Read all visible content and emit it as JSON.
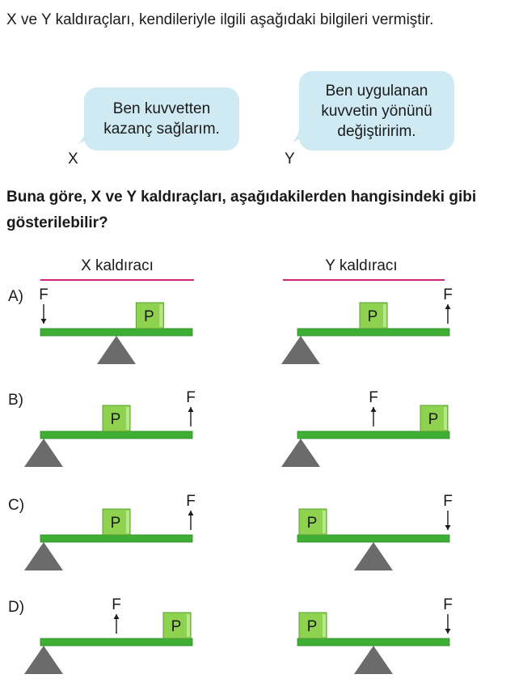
{
  "intro_text": "X ve Y kaldıraçları, kendileriyle ilgili aşağıdaki bilgileri vermiştir.",
  "bubbles": {
    "x_text": "Ben kuvvetten\nkazanç sağlarım.",
    "y_text": "Ben uygulanan\nkuvvetin yönünü\ndeğiştiririm.",
    "x_speaker": "X",
    "y_speaker": "Y"
  },
  "question_text": "Buna göre, X ve Y kaldıraçları, aşağıdakilerden hangisindeki gibi gösterilebilir?",
  "columns": {
    "x_title": "X kaldıracı",
    "y_title": "Y kaldıracı"
  },
  "colors": {
    "accent_line": "#d4237a",
    "beam": "#3fae35",
    "box": "#8fd250",
    "fulcrum": "#6b6b6b",
    "bubble": "#cfeaf3"
  },
  "force_symbol": "F",
  "load_symbol": "P",
  "options": [
    {
      "label": "A)",
      "x_lever": {
        "fulcrum": "middle",
        "load": "middle-right",
        "force": "left",
        "force_direction": "down"
      },
      "y_lever": {
        "fulcrum": "left-end",
        "load": "middle",
        "force": "right-end",
        "force_direction": "up"
      }
    },
    {
      "label": "B)",
      "x_lever": {
        "fulcrum": "left-end",
        "load": "middle",
        "force": "right-end",
        "force_direction": "up"
      },
      "y_lever": {
        "fulcrum": "left-end",
        "load": "right-end",
        "force": "middle",
        "force_direction": "up"
      }
    },
    {
      "label": "C)",
      "x_lever": {
        "fulcrum": "left-end",
        "load": "middle",
        "force": "right-end",
        "force_direction": "up"
      },
      "y_lever": {
        "fulcrum": "middle",
        "load": "left-end",
        "force": "right-end",
        "force_direction": "down"
      }
    },
    {
      "label": "D)",
      "x_lever": {
        "fulcrum": "left-end",
        "load": "right-end",
        "force": "middle",
        "force_direction": "up"
      },
      "y_lever": {
        "fulcrum": "middle",
        "load": "left-end",
        "force": "right-end",
        "force_direction": "down"
      }
    }
  ]
}
